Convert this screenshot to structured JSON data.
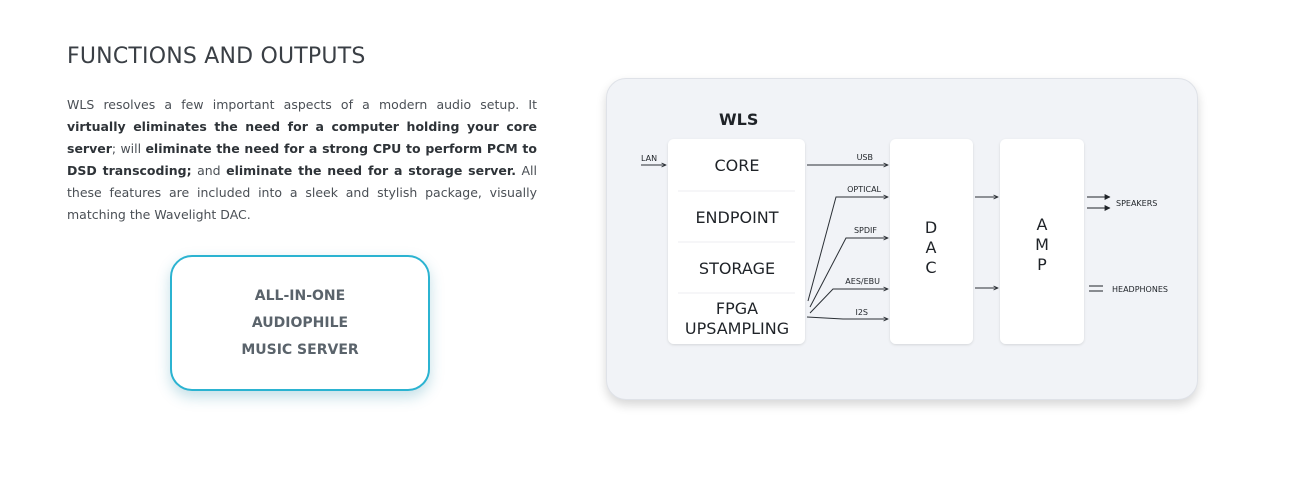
{
  "section": {
    "title": "FUNCTIONS AND OUTPUTS",
    "intro": {
      "t1": "WLS resolves a few important aspects of a modern audio setup. It ",
      "b1": "virtually eliminates the need for a computer holding your core server",
      "t2": "; will ",
      "b2": "eliminate the need for a strong CPU to perform PCM to DSD transcoding;",
      "t3": " and ",
      "b3": "eliminate the need for a storage server.",
      "t4": " All these features are included into a sleek and stylish package, visually matching the Wavelight DAC."
    }
  },
  "badge": {
    "lines": [
      "ALL-IN-ONE",
      "AUDIOPHILE",
      "MUSIC SERVER"
    ],
    "border_color": "#2bb3d1"
  },
  "diagram": {
    "wls_label": "WLS",
    "input_label": "LAN",
    "wls_modules": [
      "CORE",
      "ENDPOINT",
      "STORAGE",
      "FPGA",
      "UPSAMPLING"
    ],
    "outputs": [
      "USB",
      "OPTICAL",
      "SPDIF",
      "AES/EBU",
      "I2S"
    ],
    "dac_letters": [
      "D",
      "A",
      "C"
    ],
    "amp_letters": [
      "A",
      "M",
      "P"
    ],
    "final_outputs": [
      "SPEAKERS",
      "HEADPHONES"
    ]
  }
}
